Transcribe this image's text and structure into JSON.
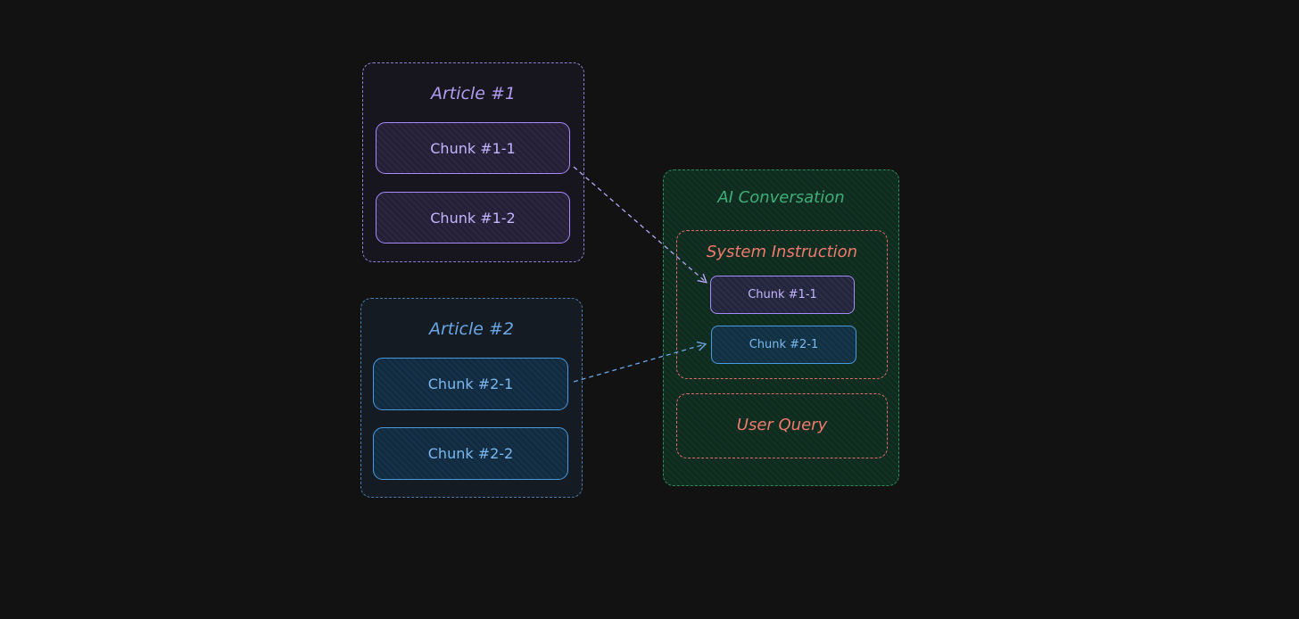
{
  "article1": {
    "title": "Article #1",
    "chunks": [
      "Chunk #1-1",
      "Chunk #1-2"
    ],
    "color": "#a78bfa"
  },
  "article2": {
    "title": "Article #2",
    "chunks": [
      "Chunk #2-1",
      "Chunk #2-2"
    ],
    "color": "#4a9ae0"
  },
  "conversation": {
    "title": "AI Conversation",
    "color": "#2f8a5e",
    "system_instruction": {
      "title": "System Instruction",
      "chunks": [
        "Chunk #1-1",
        "Chunk #2-1"
      ],
      "color": "#e06c6c"
    },
    "user_query": {
      "label": "User Query",
      "color": "#e06c6c"
    }
  },
  "background": "#121212"
}
